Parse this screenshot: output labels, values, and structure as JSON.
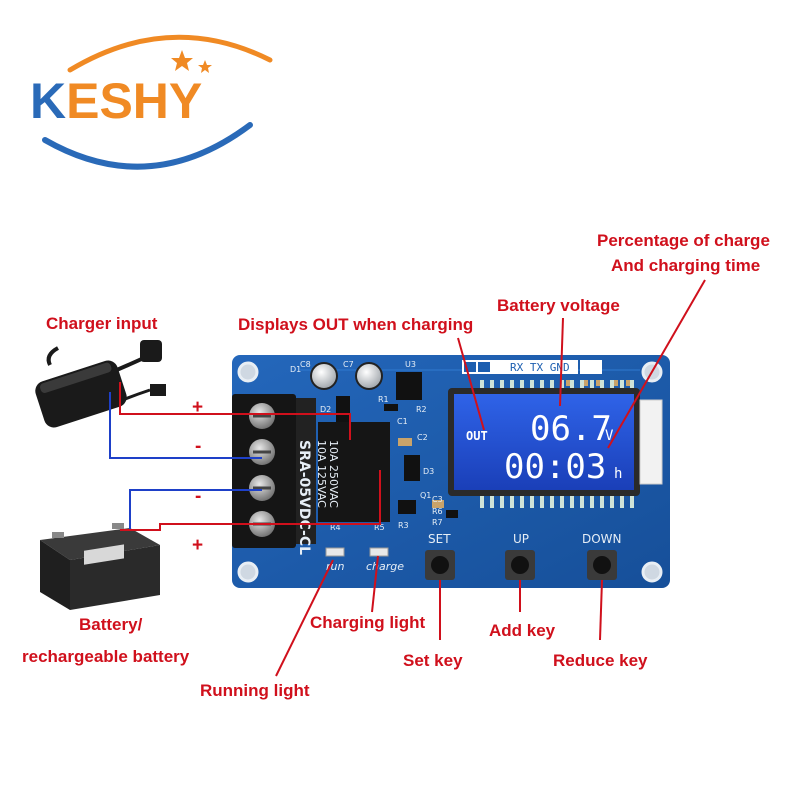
{
  "brand": {
    "name_first": "K",
    "name_rest": "ESHY",
    "colors": {
      "orange": "#f08a24",
      "blue": "#2a6ab8"
    }
  },
  "labels": {
    "percentage": "Percentage of charge",
    "charging_time": "And charging time",
    "battery_voltage": "Battery voltage",
    "charger_input": "Charger input",
    "displays_out": "Displays OUT when charging",
    "battery": "Battery/",
    "rechargeable_battery": "rechargeable battery",
    "charging_light": "Charging light",
    "add_key": "Add key",
    "set_key": "Set key",
    "reduce_key": "Reduce key",
    "running_light": "Running light"
  },
  "signs": {
    "plus_top": "+",
    "minus_top": "-",
    "minus_bottom": "-",
    "plus_bottom": "+"
  },
  "board": {
    "color": "#1d5fb0",
    "header_label": "RX TX GND",
    "button_labels": {
      "set": "SET",
      "up": "UP",
      "down": "DOWN"
    },
    "silkscreen": {
      "d1": "D1",
      "d2": "D2",
      "d3": "D3",
      "q1": "Q1",
      "u3": "U3",
      "c7": "C7",
      "c8": "C8",
      "c1": "C1",
      "c2": "C2",
      "c3": "C3",
      "r1": "R1",
      "r2": "R2",
      "r3": "R3",
      "r4": "R4",
      "r5": "R5",
      "r6": "R6",
      "r7": "R7",
      "run": "run",
      "charge": "charge"
    },
    "relay": {
      "model": "SRA-05VDC-CL",
      "rating1": "10A 250VAC",
      "rating2": "10A 125VAC"
    }
  },
  "lcd": {
    "out": "OUT",
    "value": "06.7",
    "unit": "V",
    "time": "00:03",
    "time_unit": "h",
    "colors": {
      "bg": "#1f4fd6",
      "text": "#ffffff"
    }
  }
}
